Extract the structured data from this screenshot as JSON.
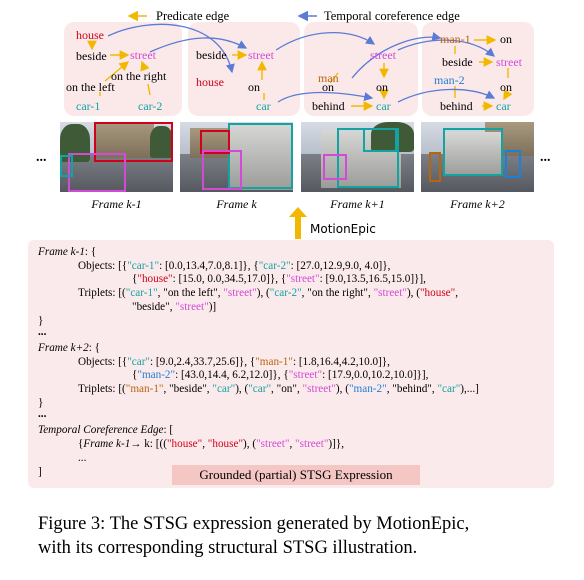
{
  "legend": {
    "predicate": "Predicate edge",
    "temporal": "Temporal coreference edge"
  },
  "colors": {
    "red": "#d0021b",
    "magenta": "#d24bd6",
    "teal": "#14a3a3",
    "blue": "#1f7fd6",
    "orange": "#b8650f",
    "dark": "#1a1a1a",
    "arrow_gold": "#f2b800",
    "panel_pink": "#fbeaeb",
    "caption_box": "#f4c6c4"
  },
  "graph": {
    "g1": {
      "house": "house",
      "beside": "beside",
      "street": "street",
      "on_the_right": "on the right",
      "on_the_left": "on the left",
      "car1": "car-1",
      "car2": "car-2"
    },
    "g2": {
      "beside": "beside",
      "street": "street",
      "house": "house",
      "on": "on",
      "car": "car"
    },
    "g3": {
      "street": "street",
      "man": "man",
      "on1": "on",
      "on2": "on",
      "behind": "behind",
      "car": "car"
    },
    "g4": {
      "man1": "man-1",
      "on_top": "on",
      "beside": "beside",
      "street": "street",
      "man2": "man-2",
      "on": "on",
      "behind": "behind",
      "car": "car"
    }
  },
  "frames": [
    {
      "label": "Frame k-1"
    },
    {
      "label": "Frame k"
    },
    {
      "label": "Frame k+1"
    },
    {
      "label": "Frame k+2"
    }
  ],
  "ellipsis": "...",
  "model_name": "MotionEpic",
  "expression": {
    "frame_km1_header": "Frame k-1",
    "frame_km1_suffix": ": {",
    "objects_label": "Objects:",
    "triplets_label": "Triplets:",
    "close_brace": "}",
    "dots": "...",
    "frame_kp2_header": "Frame k+2",
    "frame_kp2_suffix": ": {",
    "tce_header": "Temporal Coreference Edge",
    "tce_suffix": ": [",
    "tce_frame": "Frame k-1",
    "tce_arrow": "→ k: [(",
    "close_bracket": "]",
    "caption": "Grounded (partial) STSG Expression",
    "t": {
      "car1": "\"car-1\"",
      "car2": "\"car-2\"",
      "house": "\"house\"",
      "street": "\"street\"",
      "car": "\"car\"",
      "man1": "\"man-1\"",
      "man2": "\"man-2\"",
      "on_the_left": "\"on the left\"",
      "on_the_right": "\"on the right\"",
      "beside": "\"beside\"",
      "on": "\"on\"",
      "behind": "\"behind\""
    },
    "km1_obj1_car1_box": ": [0.0,13.4,7.0,8.1]}, {",
    "km1_obj1_car2_box": ": [27.0,12.9,9.0, 4.0]},",
    "km1_obj2_house_box": ": [15.0, 0.0,34.5,17.0]}, {",
    "km1_obj2_street_box": ": [9.0,13.5,16.5,15.0]}],",
    "kp2_obj1_car_box": ": [9.0,2.4,33.7,25.6]}, {",
    "kp2_obj1_man1_box": ": [1.8,16.4,4.2,10.0]},",
    "kp2_obj2_man2_box": ": [43.0,14.4, 6.2,12.0]}, {",
    "kp2_obj2_street_box": ": [17.9,0.0,10.2,10.0]}],",
    "tce_line_end": ")]},"
  },
  "figure_caption": {
    "line1": "Figure 3: The STSG expression generated by MotionEpic,",
    "line2": "with its corresponding structural STSG illustration."
  }
}
